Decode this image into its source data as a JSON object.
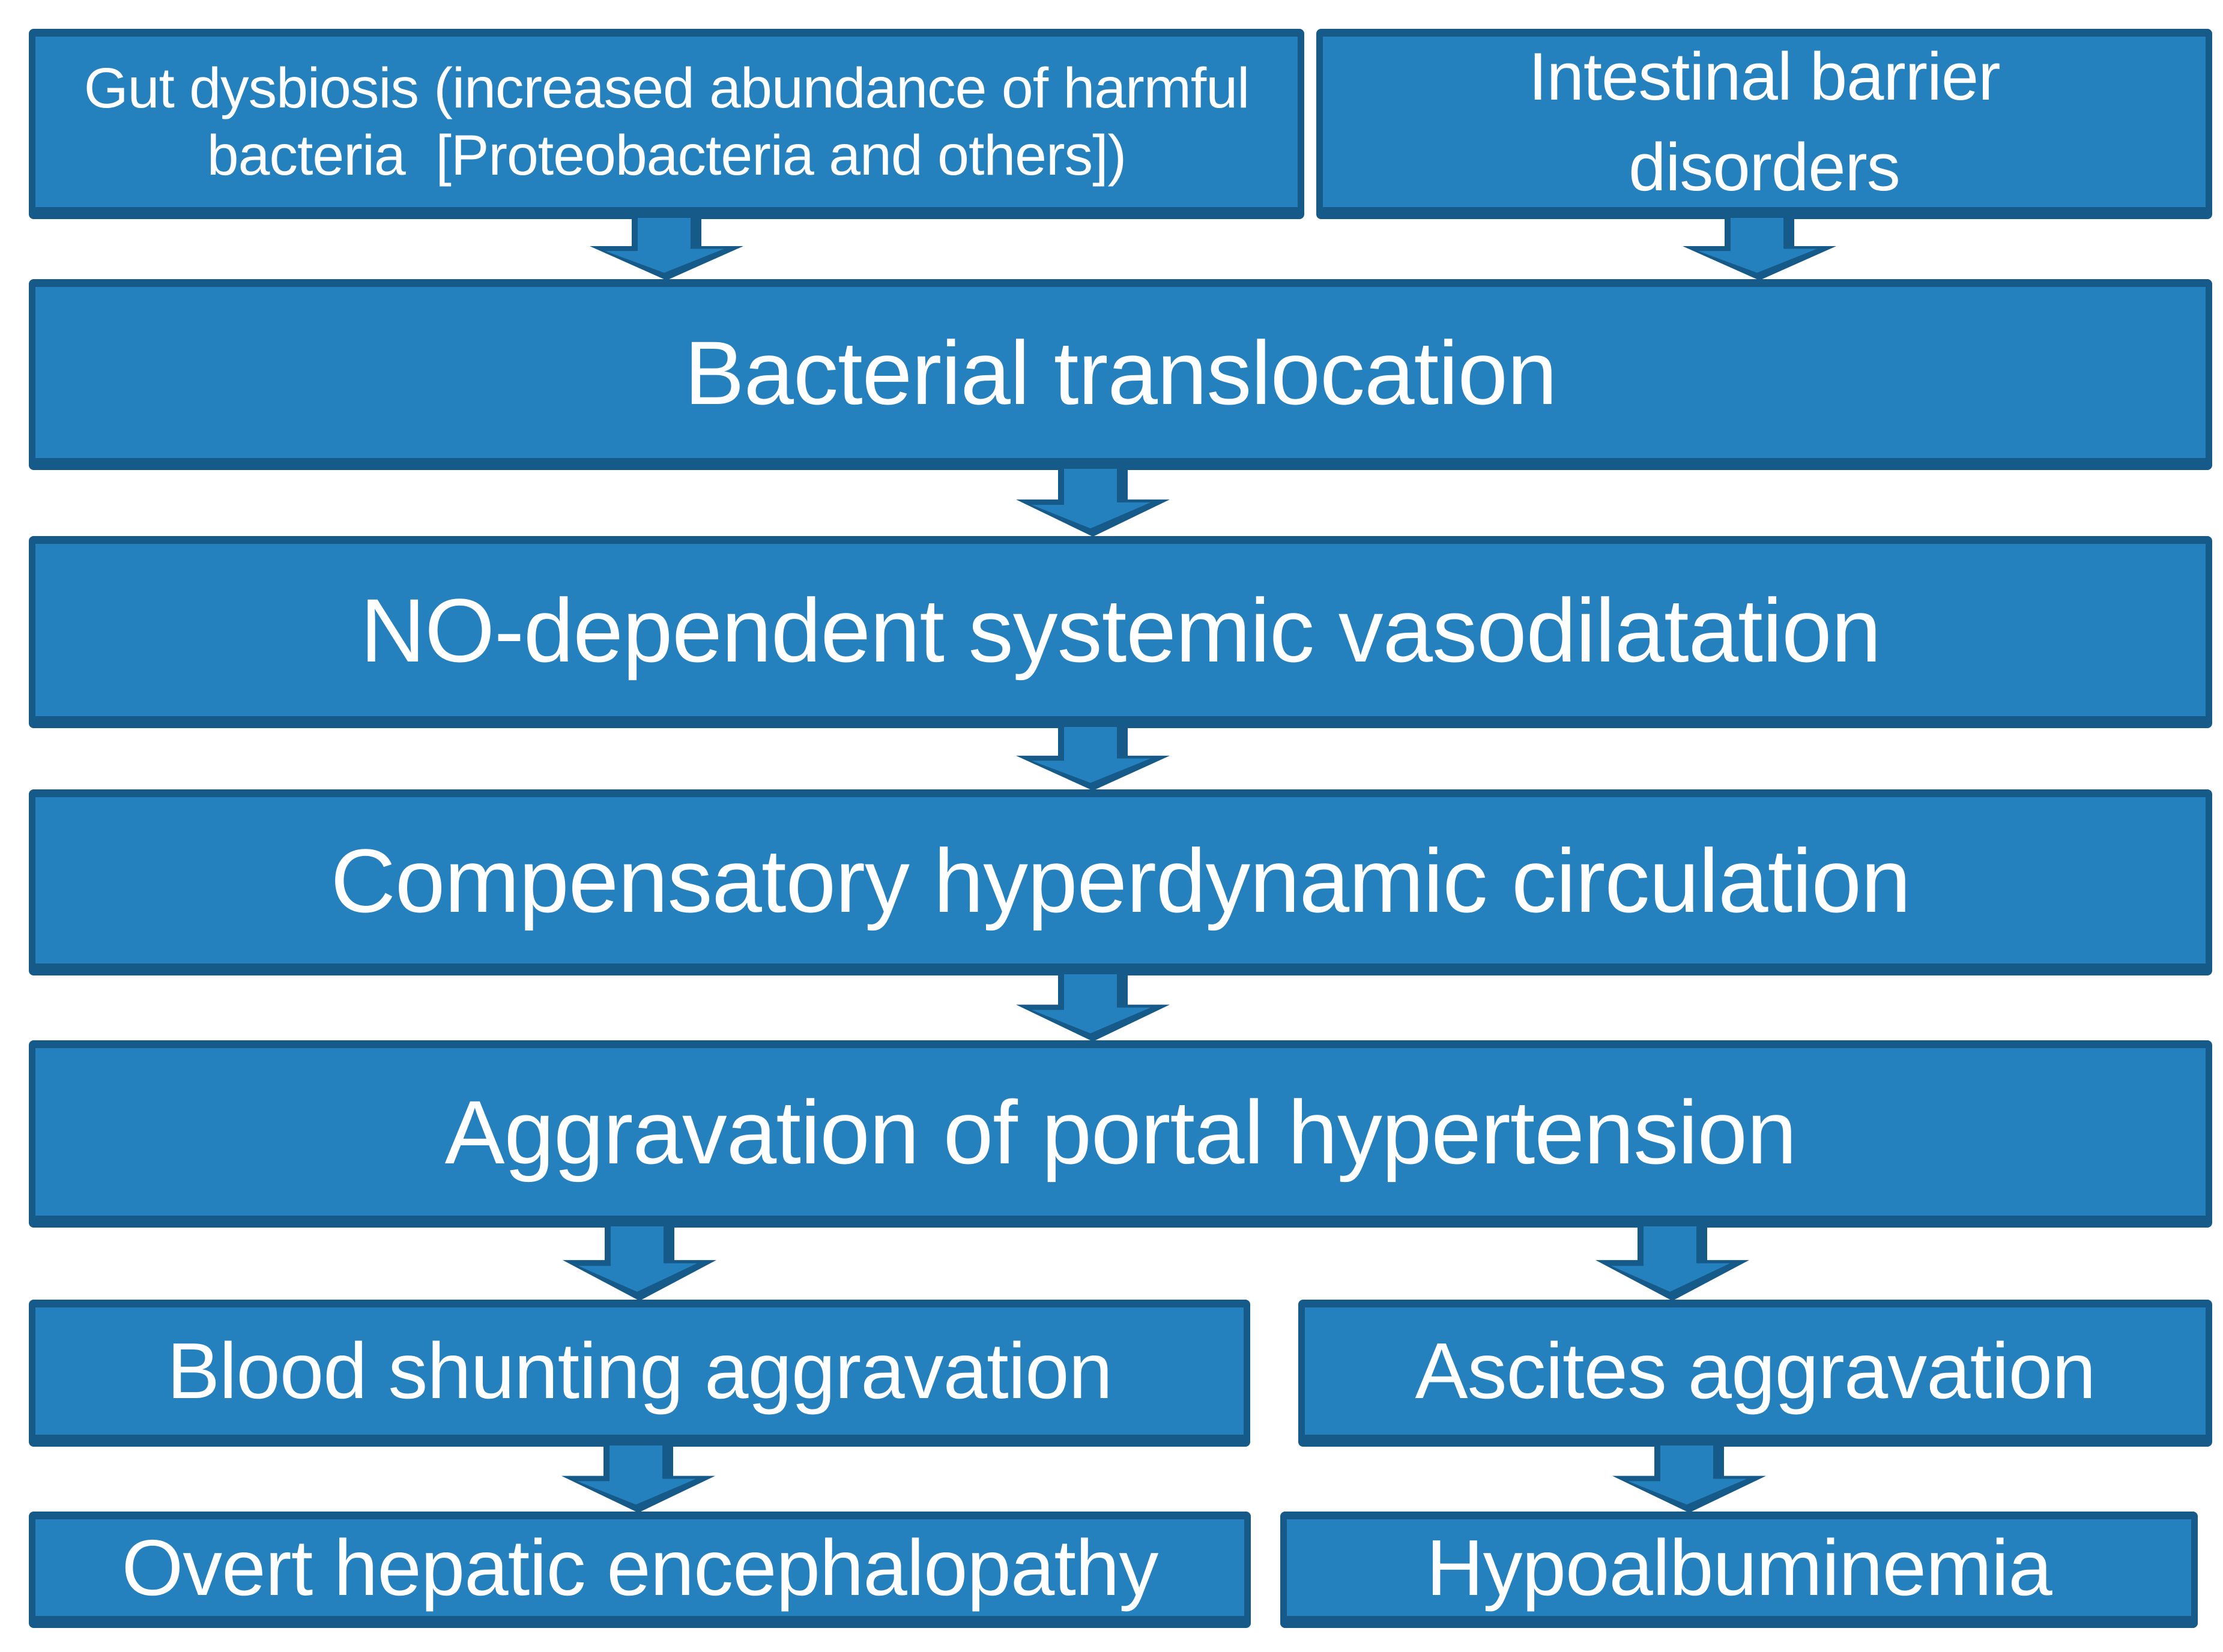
{
  "colors": {
    "background": "#ffffff",
    "box_fill": "#2581BE",
    "box_border": "#155A89",
    "text_color": "#ffffff"
  },
  "icons": {
    "connector": "down-arrow"
  },
  "boxes": {
    "gut_dysbiosis": {
      "line1": "Gut dysbiosis (increased abundance of harmful",
      "line2": "bacteria  [Proteobacteria and others])"
    },
    "intestinal_barrier": {
      "line1": "Intestinal barrier",
      "line2": "disorders"
    },
    "bacterial_translocation": {
      "label": "Bacterial translocation"
    },
    "no_systemic_vasodilatation": {
      "label": "NO-dependent systemic vasodilatation"
    },
    "hyperdynamic_circulation": {
      "label": "Compensatory hyperdynamic circulation"
    },
    "portal_hypertension": {
      "label": "Aggravation of portal hypertension"
    },
    "blood_shunting": {
      "label": "Blood shunting aggravation"
    },
    "ascites": {
      "label": "Ascites aggravation"
    },
    "hepatic_encephalopathy": {
      "label": "Overt hepatic encephalopathy"
    },
    "hypoalbuminemia": {
      "label": "Hypoalbuminemia"
    }
  }
}
